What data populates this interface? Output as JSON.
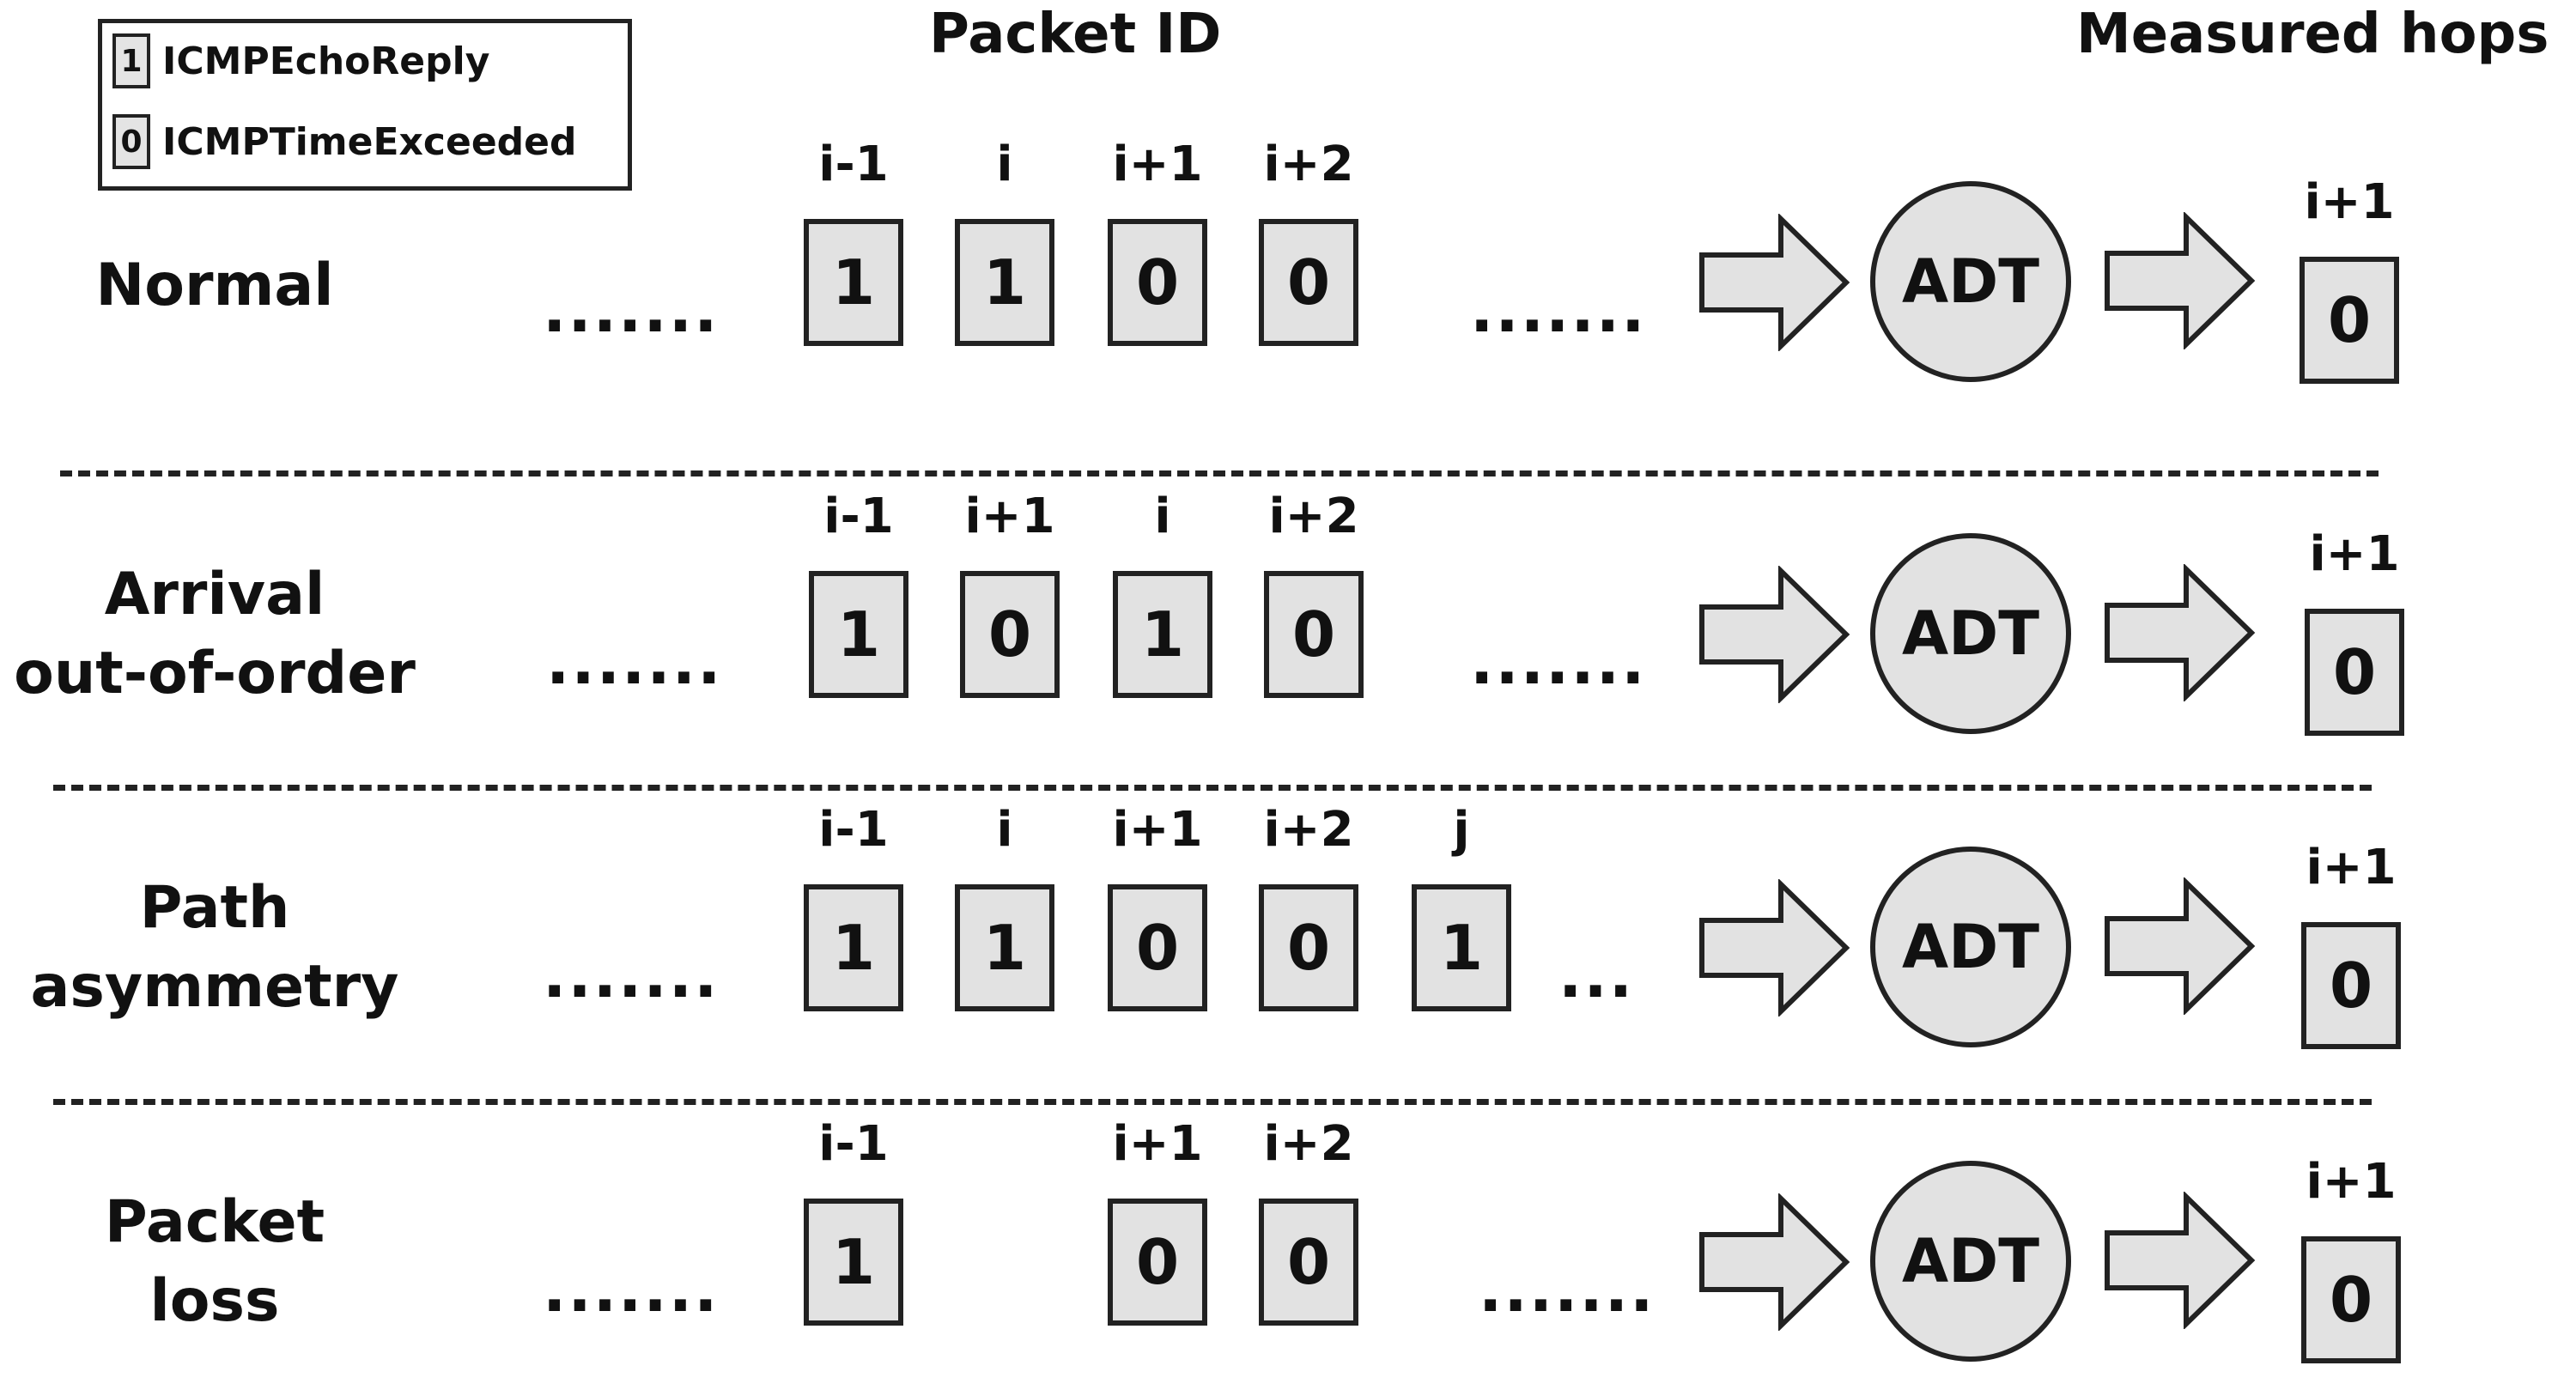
{
  "legend": {
    "items": [
      {
        "value": "1",
        "label": "ICMPEchoReply"
      },
      {
        "value": "0",
        "label": "ICMPTimeExceeded"
      }
    ]
  },
  "headers": {
    "packet_id": "Packet ID",
    "measured_hops": "Measured hops"
  },
  "center_label": "ADT",
  "rows": [
    {
      "label_lines": [
        "Normal"
      ],
      "leading_dots": ".......",
      "packets": [
        {
          "id": "i-1",
          "value": "1"
        },
        {
          "id": "i",
          "value": "1"
        },
        {
          "id": "i+1",
          "value": "0"
        },
        {
          "id": "i+2",
          "value": "0"
        }
      ],
      "trailing_dots": ".......",
      "result_id": "i+1",
      "result_value": "0"
    },
    {
      "label_lines": [
        "Arrival",
        "out-of-order"
      ],
      "leading_dots": ".......",
      "packets": [
        {
          "id": "i-1",
          "value": "1"
        },
        {
          "id": "i+1",
          "value": "0"
        },
        {
          "id": "i",
          "value": "1"
        },
        {
          "id": "i+2",
          "value": "0"
        }
      ],
      "trailing_dots": ".......",
      "result_id": "i+1",
      "result_value": "0"
    },
    {
      "label_lines": [
        "Path",
        "asymmetry"
      ],
      "leading_dots": ".......",
      "packets": [
        {
          "id": "i-1",
          "value": "1"
        },
        {
          "id": "i",
          "value": "1"
        },
        {
          "id": "i+1",
          "value": "0"
        },
        {
          "id": "i+2",
          "value": "0"
        },
        {
          "id": "j",
          "value": "1"
        }
      ],
      "trailing_dots": "...",
      "result_id": "i+1",
      "result_value": "0"
    },
    {
      "label_lines": [
        "Packet",
        "loss"
      ],
      "leading_dots": ".......",
      "packets": [
        {
          "id": "i-1",
          "value": "1"
        },
        null,
        {
          "id": "i+1",
          "value": "0"
        },
        {
          "id": "i+2",
          "value": "0"
        }
      ],
      "trailing_dots": ".......",
      "result_id": "i+1",
      "result_value": "0"
    }
  ]
}
